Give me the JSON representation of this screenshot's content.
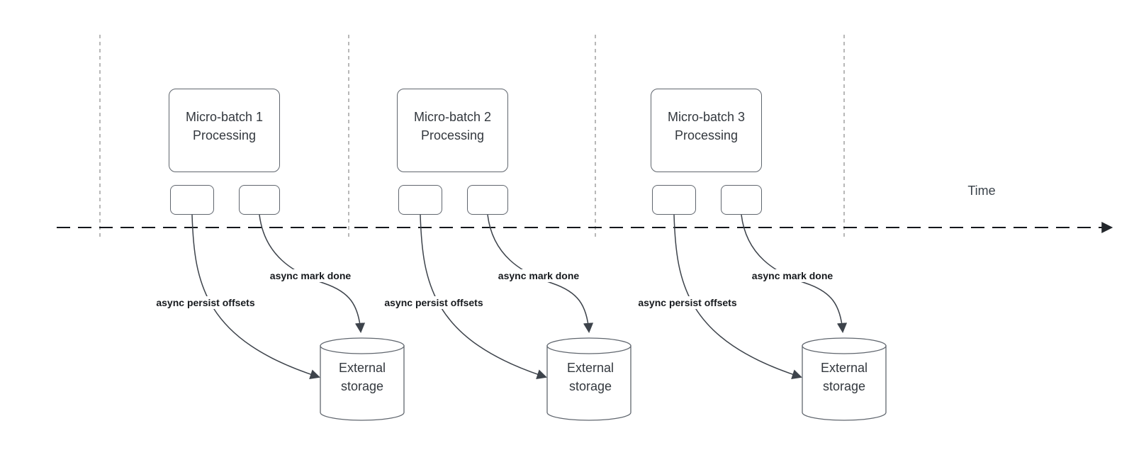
{
  "time_axis": {
    "label": "Time"
  },
  "batches": [
    {
      "title_line1": "Micro-batch 1",
      "title_line2": "Processing",
      "persist_label": "async persist offsets",
      "mark_done_label": "async mark done",
      "storage_line1": "External",
      "storage_line2": "storage"
    },
    {
      "title_line1": "Micro-batch 2",
      "title_line2": "Processing",
      "persist_label": "async persist offsets",
      "mark_done_label": "async mark done",
      "storage_line1": "External",
      "storage_line2": "storage"
    },
    {
      "title_line1": "Micro-batch 3",
      "title_line2": "Processing",
      "persist_label": "async persist offsets",
      "mark_done_label": "async mark done",
      "storage_line1": "External",
      "storage_line2": "storage"
    }
  ],
  "colors": {
    "curve_stroke": "#3d434b",
    "arrowhead": "#3d434b",
    "box_border": "#60666e",
    "vertical_guide": "#a6a6a6",
    "time_axis_line": "#14171b",
    "box_text": "#33383e",
    "edge_label_text": "#16191d"
  }
}
